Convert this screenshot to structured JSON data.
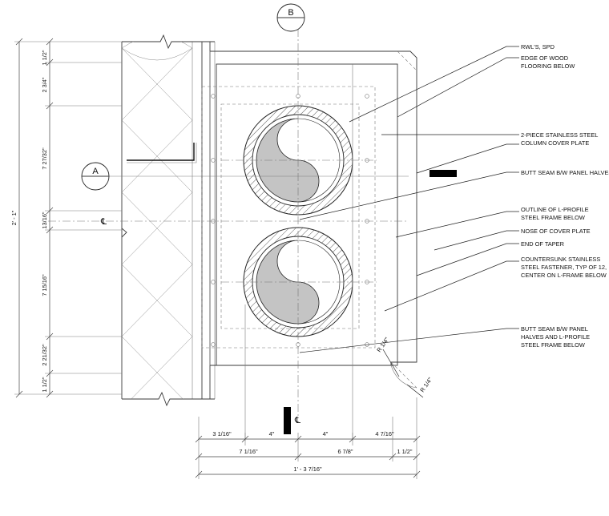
{
  "section_markers": {
    "top": "B",
    "left": "A"
  },
  "callouts": {
    "rwls": "RWL'S, SPD",
    "edge_wood_1": "EDGE OF WOOD",
    "edge_wood_2": "FLOORING BELOW",
    "cover_plate_1": "2-PIECE STAINLESS STEEL",
    "cover_plate_2": "COLUMN COVER PLATE",
    "butt_seam": "BUTT SEAM B/W PANEL HALVES",
    "outline_1": "OUTLINE OF L-PROFILE",
    "outline_2": "STEEL FRAME BELOW",
    "nose": "NOSE OF COVER PLATE",
    "taper": "END OF TAPER",
    "fastener_1": "COUNTERSUNK STAINLESS",
    "fastener_2": "STEEL FASTENER, TYP OF 12,",
    "fastener_3": "CENTER ON L-FRAME BELOW",
    "butt_seam2_1": "BUTT SEAM B/W PANEL",
    "butt_seam2_2": "HALVES AND L-PROFILE",
    "butt_seam2_3": "STEEL FRAME BELOW",
    "radius_1": "R 1/4\"",
    "radius_2": "R 1/4\""
  },
  "centerline_symbol": "℄",
  "dimensions": {
    "vertical_parts": [
      "1 1/2\"",
      "2 3/4\"",
      "7 27/32\"",
      "13/16\"",
      "7 15/16\"",
      "2 21/32\"",
      "1 1/2\""
    ],
    "vertical_total": "2' - 1\"",
    "horizontal_row1": [
      "3 1/16\"",
      "4\"",
      "4\"",
      "4 7/16\""
    ],
    "horizontal_row2": [
      "7 1/16\"",
      "6 7/8\"",
      "1 1/2\""
    ],
    "horizontal_total": "1' - 3 7/16\""
  }
}
